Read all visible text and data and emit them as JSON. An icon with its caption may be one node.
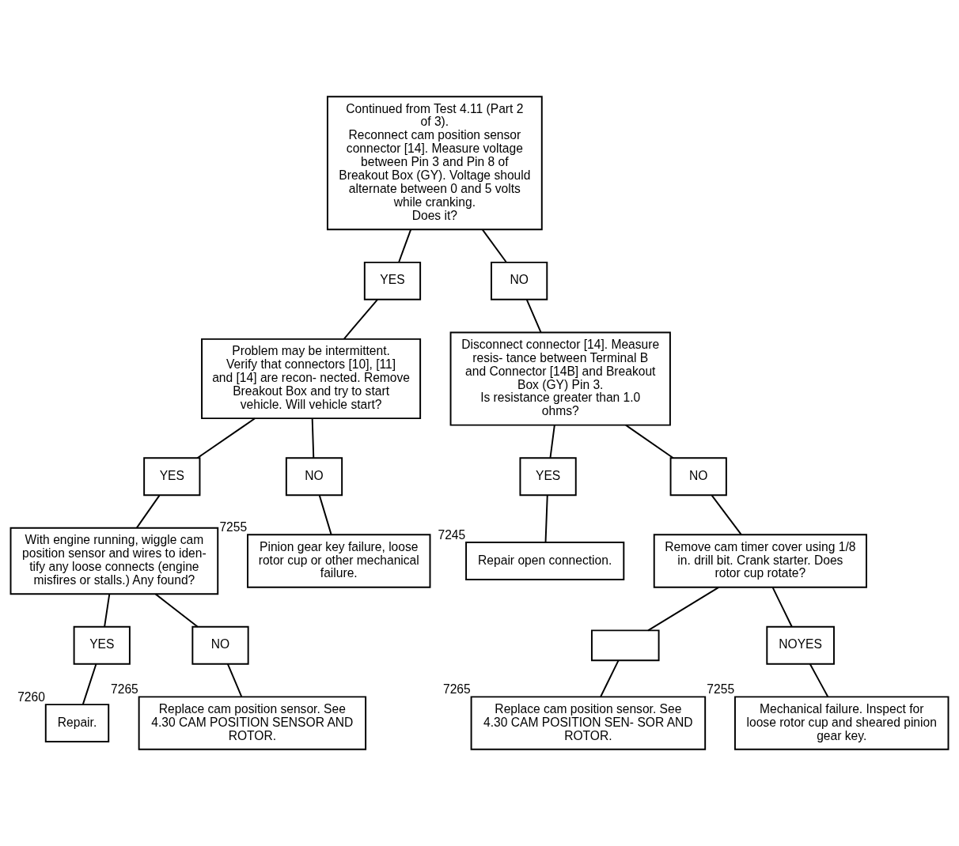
{
  "diagram": {
    "nodes": [
      {
        "text": [
          "Continued from Test 4.11 (Part 2 of 3).",
          "Reconnect cam position sensor connector [14]. Measure voltage between Pin 3 and Pin 8 of Breakout Box (GY). Voltage should alternate between 0 and 5 volts while cranking.",
          "Does it?"
        ]
      },
      {
        "text": [
          "YES"
        ]
      },
      {
        "text": [
          "NO"
        ]
      },
      {
        "text": [
          "Problem may be intermittent. Verify that connectors [10], [11] and [14] are recon- nected. Remove Breakout Box and try to start vehicle. Will vehicle start?"
        ]
      },
      {
        "text": [
          "Disconnect connector [14]. Measure resis- tance between Terminal B and Connector [14B] and Breakout Box (GY) Pin 3.",
          "Is resistance greater than 1.0 ohms?"
        ]
      },
      {
        "text": [
          "YES"
        ]
      },
      {
        "text": [
          "NO"
        ]
      },
      {
        "text": [
          "YES"
        ]
      },
      {
        "text": [
          "NO"
        ]
      },
      {
        "text": [
          "With engine running, wiggle cam position sensor and wires to iden- tify any loose connects (engine misfires or stalls.) Any found?"
        ]
      },
      {
        "text": [
          "Pinion gear key failure, loose rotor cup or other mechanical failure."
        ],
        "beside": [
          "7255"
        ]
      },
      {
        "text": [
          "Repair open connection."
        ],
        "beside": [
          "7245"
        ]
      },
      {
        "text": [
          "Remove cam timer cover using 1/8 in. drill bit. Crank starter. Does rotor cup rotate?"
        ]
      },
      {
        "text": [
          "YES"
        ]
      },
      {
        "text": [
          "NO"
        ]
      },
      {
        "text": [],
        "shape": "box"
      },
      {
        "text": [
          "NOYES"
        ]
      },
      {
        "text": [
          "Repair."
        ],
        "beside": [
          "7260"
        ]
      },
      {
        "text": [
          "Replace cam position sensor. See 4.30 CAM POSITION SENSOR AND ROTOR."
        ],
        "beside": [
          "7265"
        ]
      },
      {
        "text": [
          "Replace cam position sensor. See 4.30 CAM POSITION SEN- SOR AND ROTOR."
        ],
        "beside": [
          "7265"
        ]
      },
      {
        "text": [
          "Mechanical failure. Inspect for loose rotor cup and sheared pinion gear key."
        ],
        "beside": [
          "7255"
        ]
      }
    ],
    "edges": [
      {
        "from": 0,
        "to": 1,
        "arrow": "none"
      },
      {
        "from": 0,
        "to": 2,
        "arrow": "none"
      },
      {
        "from": 1,
        "to": 3,
        "arrow": "none"
      },
      {
        "from": 2,
        "to": 4,
        "arrow": "none"
      },
      {
        "from": 3,
        "to": 5,
        "arrow": "none"
      },
      {
        "from": 3,
        "to": 6,
        "arrow": "none"
      },
      {
        "from": 4,
        "to": 7,
        "arrow": "none"
      },
      {
        "from": 4,
        "to": 8,
        "arrow": "none"
      },
      {
        "from": 5,
        "to": 9,
        "arrow": "none"
      },
      {
        "from": 6,
        "to": 10,
        "arrow": "none"
      },
      {
        "from": 7,
        "to": 11,
        "arrow": "none"
      },
      {
        "from": 8,
        "to": 12,
        "arrow": "none"
      },
      {
        "from": 9,
        "to": 13,
        "arrow": "none"
      },
      {
        "from": 9,
        "to": 14,
        "arrow": "none"
      },
      {
        "from": 12,
        "to": 15,
        "arrow": "none"
      },
      {
        "from": 12,
        "to": 16,
        "arrow": "none"
      },
      {
        "from": 13,
        "to": 17,
        "arrow": "none"
      },
      {
        "from": 14,
        "to": 18,
        "arrow": "none"
      },
      {
        "from": 15,
        "to": 19,
        "arrow": "none"
      },
      {
        "from": 16,
        "to": 20,
        "arrow": "none"
      }
    ]
  }
}
